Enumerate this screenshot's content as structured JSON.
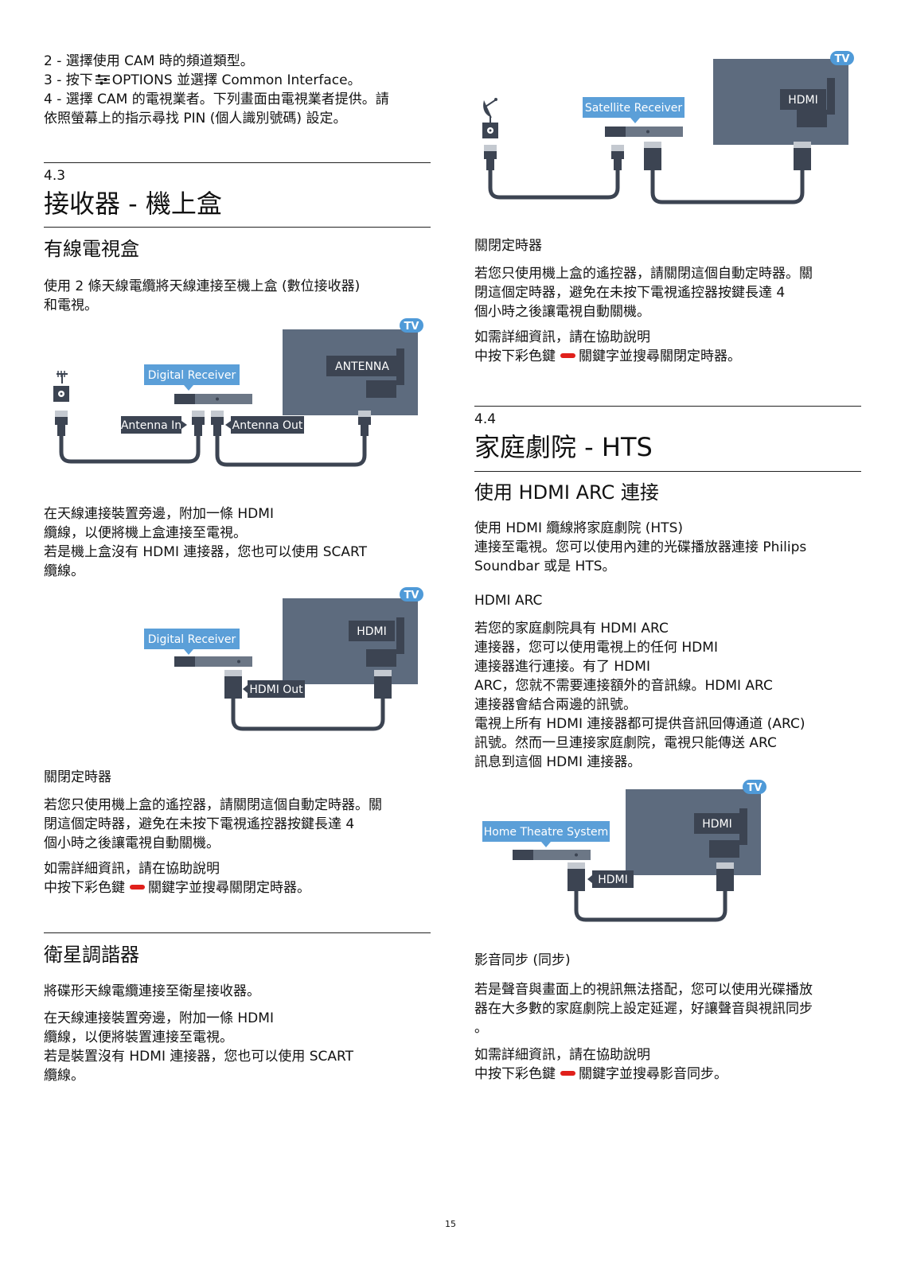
{
  "left": {
    "intro": {
      "l1": "2 - 選擇使用 CAM 時的頻道類型。",
      "l2_pre": "3 - 按下",
      "l2_post": "OPTIONS 並選擇 Common Interface。",
      "l3": "4 - 選擇 CAM 的電視業者。下列畫面由電視業者提供。請",
      "l4": "依照螢幕上的指示尋找 PIN (個人識別號碼) 設定。"
    },
    "section_num": "4.3",
    "section_title": "接收器 - 機上盒",
    "cable": {
      "heading": "有線電視盒",
      "p1": [
        "使用 2 條天線電纜將天線連接至機上盒 (數位接收器)",
        "和電視。"
      ],
      "diagram1": {
        "tv": "TV",
        "device": "Digital Receiver",
        "port": "ANTENNA",
        "in": "Antenna In",
        "out": "Antenna Out"
      },
      "p2": [
        "在天線連接裝置旁邊，附加一條 HDMI",
        "纜線，以便將機上盒連接至電視。",
        "若是機上盒沒有 HDMI 連接器，您也可以使用 SCART",
        "纜線。"
      ],
      "diagram2": {
        "tv": "TV",
        "device": "Digital Receiver",
        "port": "HDMI",
        "out": "HDMI Out"
      },
      "timer_heading": "關閉定時器",
      "timer_p": [
        "若您只使用機上盒的遙控器，請關閉這個自動定時器。關",
        "閉這個定時器，避免在未按下電視遙控器按鍵長達 4",
        "個小時之後讓電視自動關機。"
      ],
      "help1": "如需詳細資訊，請在協助說明",
      "help2_pre": "中按下彩色鍵",
      "help2_post": "關鍵字並搜尋關閉定時器。"
    },
    "satellite": {
      "heading": "衛星調諧器",
      "p1": "將碟形天線電纜連接至衛星接收器。",
      "p2": [
        "在天線連接裝置旁邊，附加一條 HDMI",
        "纜線，以便將裝置連接至電視。",
        "若是裝置沒有 HDMI 連接器，您也可以使用 SCART",
        "纜線。"
      ]
    }
  },
  "right": {
    "diagram_sat": {
      "tv": "TV",
      "device": "Satellite Receiver",
      "port": "HDMI"
    },
    "timer_heading": "關閉定時器",
    "timer_p": [
      "若您只使用機上盒的遙控器，請關閉這個自動定時器。關",
      "閉這個定時器，避免在未按下電視遙控器按鍵長達 4",
      "個小時之後讓電視自動關機。"
    ],
    "help1": "如需詳細資訊，請在協助說明",
    "help2_pre": "中按下彩色鍵",
    "help2_post": "關鍵字並搜尋關閉定時器。",
    "section_num": "4.4",
    "section_title": "家庭劇院 - HTS",
    "arc": {
      "heading": "使用 HDMI ARC 連接",
      "p1": [
        "使用 HDMI 纜線將家庭劇院 (HTS)",
        "連接至電視。您可以使用內建的光碟播放器連接 Philips",
        "Soundbar 或是 HTS。"
      ],
      "sub": "HDMI ARC",
      "p2": [
        "若您的家庭劇院具有 HDMI ARC",
        "連接器，您可以使用電視上的任何 HDMI",
        "連接器進行連接。有了 HDMI",
        "ARC，您就不需要連接額外的音訊線。HDMI ARC",
        "連接器會結合兩邊的訊號。",
        "電視上所有 HDMI 連接器都可提供音訊回傳通道 (ARC)",
        "訊號。然而一旦連接家庭劇院，電視只能傳送 ARC",
        "訊息到這個 HDMI 連接器。"
      ],
      "diagram": {
        "tv": "TV",
        "device": "Home Theatre System",
        "port": "HDMI",
        "cable": "HDMI"
      }
    },
    "sync": {
      "heading": "影音同步 (同步)",
      "p1": [
        "若是聲音與畫面上的視訊無法搭配，您可以使用光碟播放",
        "器在大多數的家庭劇院上設定延遲，好讓聲音與視訊同步",
        "。"
      ],
      "help1": "如需詳細資訊，請在協助說明",
      "help2_pre": "中按下彩色鍵",
      "help2_post": "關鍵字並搜尋影音同步。"
    }
  },
  "page_number": "15",
  "colors": {
    "tv": "#5d6b7e",
    "label": "#5b9fd8",
    "badge": "#4f9ad8",
    "device": "#3c4452",
    "cable": "#3c4452",
    "red_key": "#e0201b"
  }
}
